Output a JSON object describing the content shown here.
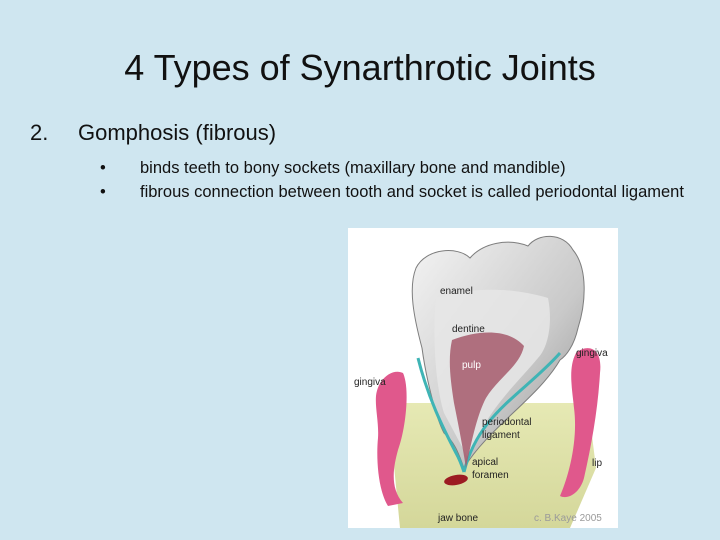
{
  "slide": {
    "title": "4 Types of Synarthrotic Joints",
    "item": {
      "number": "2.",
      "text": "Gomphosis (fibrous)"
    },
    "bullets": [
      "binds teeth to bony sockets (maxillary bone and mandible)",
      "fibrous connection between tooth and socket is called periodontal ligament"
    ]
  },
  "figure": {
    "labels": {
      "enamel": "enamel",
      "dentine": "dentine",
      "pulp": "pulp",
      "gingiva_left": "gingiva",
      "gingiva_right": "gingiva",
      "periodontal_1": "periodontal",
      "periodontal_2": "ligament",
      "apical_1": "apical",
      "apical_2": "foramen",
      "lip": "lip",
      "jaw_bone": "jaw bone",
      "credit": "c. B.Kaye 2005"
    }
  }
}
